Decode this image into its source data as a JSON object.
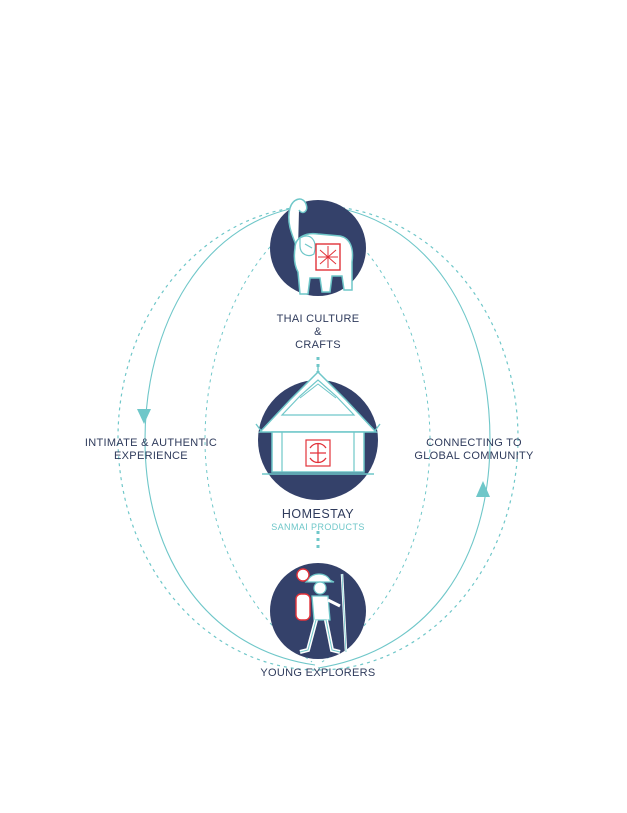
{
  "colors": {
    "navy": "#34416a",
    "teal": "#6fc7c9",
    "red": "#e2323a",
    "text": "#2f3b5c"
  },
  "nodes": {
    "top": {
      "icon": "elephant-icon",
      "line1": "THAI CULTURE",
      "line2": "&",
      "line3": "CRAFTS"
    },
    "middle": {
      "icon": "thai-house-icon",
      "title": "HOMESTAY",
      "subtitle": "SANMAI PRODUCTS"
    },
    "bottom": {
      "icon": "backpacker-icon",
      "title": "YOUNG EXPLORERS"
    }
  },
  "left_label": {
    "line1": "INTIMATE & AUTHENTIC",
    "line2": "EXPERIENCE"
  },
  "right_label": {
    "line1": "CONNECTING TO",
    "line2": "GLOBAL COMMUNITY"
  }
}
